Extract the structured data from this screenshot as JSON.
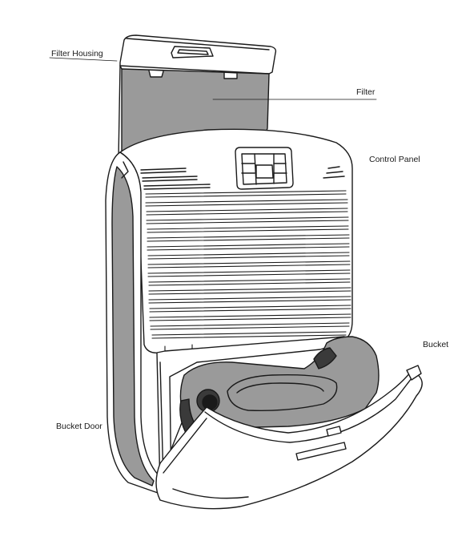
{
  "labels": {
    "filter_housing": "Filter Housing",
    "filter": "Filter",
    "control_panel": "Control Panel",
    "bucket": "Bucket",
    "bucket_door": "Bucket Door"
  },
  "colors": {
    "outline": "#1a1a1a",
    "grey_fill": "#9a9a9a",
    "dark_fill": "#3a3a3a",
    "body_fill": "#ffffff"
  }
}
